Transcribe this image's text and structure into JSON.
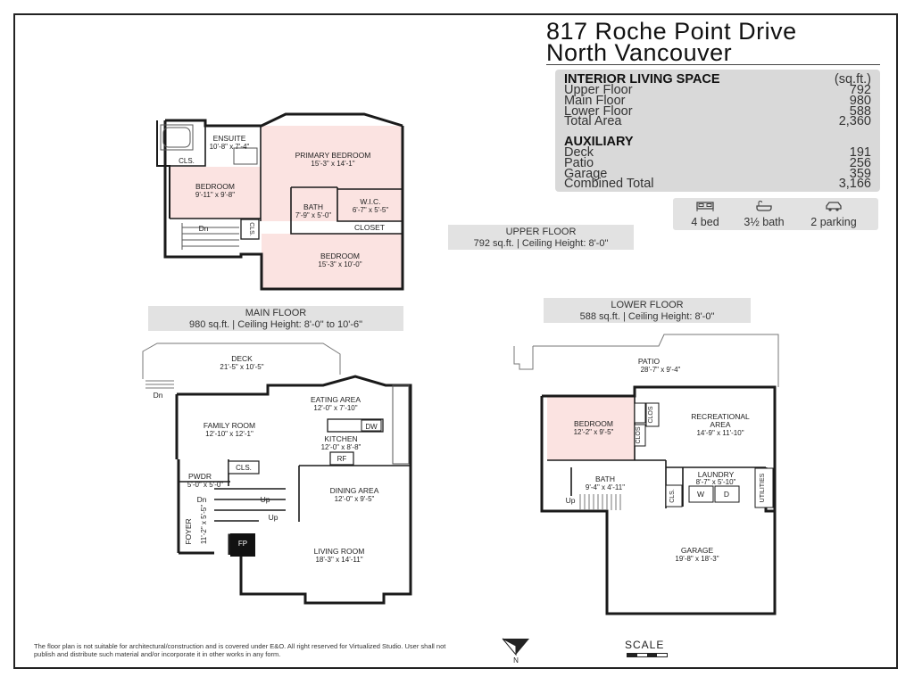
{
  "header": {
    "line1": "817 Roche Point Drive",
    "line2": "North Vancouver"
  },
  "stats": {
    "heading": "INTERIOR LIVING SPACE",
    "unit": "(sq.ft.)",
    "rows": [
      {
        "label": "Upper Floor",
        "value": "792"
      },
      {
        "label": "Main Floor",
        "value": "980"
      },
      {
        "label": "Lower Floor",
        "value": "588"
      },
      {
        "label": "Total Area",
        "value": "2,360"
      }
    ],
    "aux_heading": "AUXILIARY",
    "aux_rows": [
      {
        "label": "Deck",
        "value": "191"
      },
      {
        "label": "Patio",
        "value": "256"
      },
      {
        "label": "Garage",
        "value": "359"
      },
      {
        "label": "Combined Total",
        "value": "3,166"
      }
    ]
  },
  "features": {
    "bed": "4 bed",
    "bath": "3½ bath",
    "parking": "2 parking",
    "icons": [
      "bed-icon",
      "bathtub-icon",
      "car-icon"
    ]
  },
  "floors": {
    "upper": {
      "name": "UPPER FLOOR",
      "details": "792 sq.ft. | Ceiling Height: 8'-0\""
    },
    "main": {
      "name": "MAIN FLOOR",
      "details": "980 sq.ft. | Ceiling Height: 8'-0\" to 10'-6\""
    },
    "lower": {
      "name": "LOWER FLOOR",
      "details": "588 sq.ft. | Ceiling Height: 8'-0\""
    }
  },
  "rooms": {
    "ensuite": {
      "name": "ENSUITE",
      "dims": "10'-8\" x 7'-4\""
    },
    "primary": {
      "name": "PRIMARY BEDROOM",
      "dims": "15'-3\" x 14'-1\""
    },
    "cls_up": "CLS.",
    "bed_up1": {
      "name": "BEDROOM",
      "dims": "9'-11\" x 9'-8\""
    },
    "bath_up": {
      "name": "BATH",
      "dims": "7'-9\" x 5'-0\""
    },
    "wic": {
      "name": "W.I.C.",
      "dims": "6'-7\" x 5'-5\""
    },
    "dn_up": "Dn",
    "cls_up2": "CLS.",
    "closet": "CLOSET",
    "bed_up2": {
      "name": "BEDROOM",
      "dims": "15'-3\" x 10'-0\""
    },
    "deck": {
      "name": "DECK",
      "dims": "21'-5\" x 10'-5\""
    },
    "dn_deck": "Dn",
    "eating": {
      "name": "EATING AREA",
      "dims": "12'-0\" x 7'-10\""
    },
    "family": {
      "name": "FAMILY ROOM",
      "dims": "12'-10\" x 12'-1\""
    },
    "dw": "DW",
    "kitchen": {
      "name": "KITCHEN",
      "dims": "12'-0\" x 8'-8\""
    },
    "rf": "RF",
    "pwdr": {
      "name": "PWDR",
      "dims": "5'-0\" x 5'-0\""
    },
    "cls_main": "CLS.",
    "dining": {
      "name": "DINING AREA",
      "dims": "12'-0\" x 9'-5\""
    },
    "dn_main": "Dn",
    "up_main1": "Up",
    "up_main2": "Up",
    "foyer": {
      "name": "FOYER",
      "dims": "11'-2\" x 5'-5\""
    },
    "fp": "FP",
    "living": {
      "name": "LIVING ROOM",
      "dims": "18'-3\" x 14'-11\""
    },
    "patio": {
      "name": "PATIO",
      "dims": "28'-7\" x 9'-4\""
    },
    "bed_low": {
      "name": "BEDROOM",
      "dims": "12'-2\" x 9'-5\""
    },
    "clos1": "CLOS",
    "clos2": "CLOS",
    "rec": {
      "name1": "RECREATIONAL",
      "name2": "AREA",
      "dims": "14'-9\" x 11'-10\""
    },
    "bath_low": {
      "name": "BATH",
      "dims": "9'-4\" x 4'-11\""
    },
    "laundry": {
      "name": "LAUNDRY",
      "dims": "8'-7\" x 5'-10\""
    },
    "w": "W",
    "d": "D",
    "utilities": "UTILITIES",
    "cls_low": "CLS.",
    "up_low": "Up",
    "garage": {
      "name": "GARAGE",
      "dims": "19'-8\" x 18'-3\""
    }
  },
  "compass": "N",
  "scale_label": "SCALE",
  "disclaimer": "The floor plan is not suitable for architectural/construction and is covered under E&O. All right reserved for Virtualized Studio. User shall not publish and distribute such material and/or incorporate it in other works in any form.",
  "colors": {
    "bedroom_fill": "#fbe3e1",
    "wall": "#1a1a1a",
    "panel": "#d9d9d9"
  }
}
